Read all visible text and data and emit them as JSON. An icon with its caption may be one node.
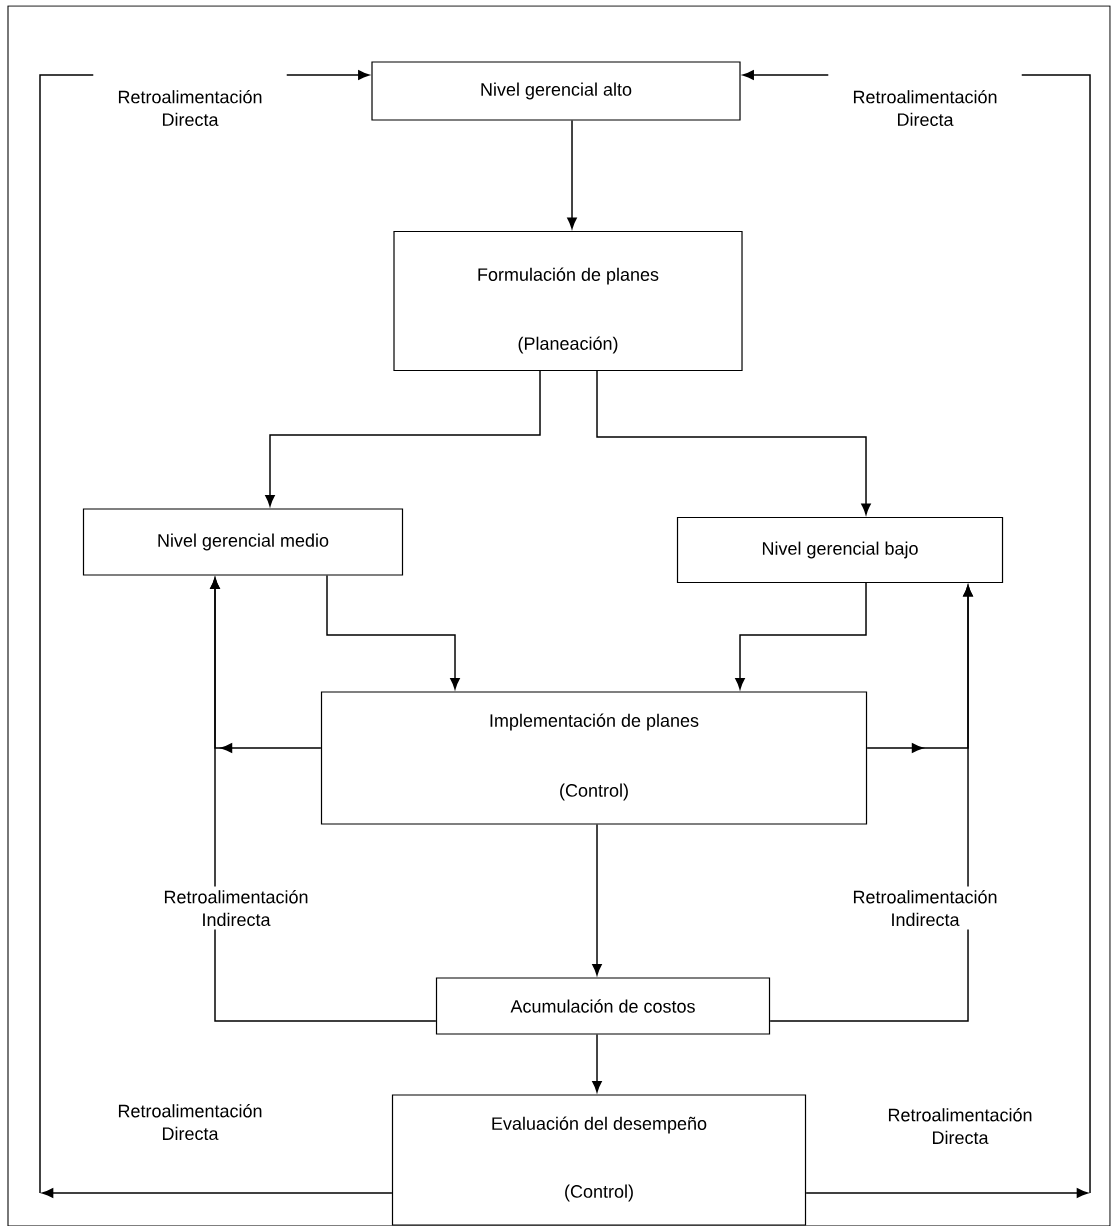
{
  "diagram": {
    "nodes": [
      {
        "text": [
          "Nivel gerencial alto"
        ]
      },
      {
        "text": [
          "Formulación de planes",
          "(Planeación)"
        ]
      },
      {
        "text": [
          "Nivel gerencial medio"
        ]
      },
      {
        "text": [
          "Nivel gerencial bajo"
        ]
      },
      {
        "text": [
          "Implementación de planes",
          "(Control)"
        ]
      },
      {
        "text": [
          "Acumulación de costos"
        ]
      },
      {
        "text": [
          "Evaluación del desempeño",
          "(Control)"
        ]
      },
      {
        "text": [
          "Retroalimentación Directa"
        ]
      },
      {
        "text": [
          "Retroalimentación Directa"
        ]
      },
      {
        "text": [
          "Retroalimentación Indirecta"
        ]
      },
      {
        "text": [
          "Retroalimentación Indirecta"
        ]
      }
    ],
    "edges": [
      {
        "from": 0,
        "to": 1,
        "arrow": "to"
      },
      {
        "from": 1,
        "to": 2,
        "arrow": "to"
      },
      {
        "from": 1,
        "to": 3,
        "arrow": "to"
      },
      {
        "from": 2,
        "to": 4,
        "arrow": "to"
      },
      {
        "from": 3,
        "to": 4,
        "arrow": "to"
      },
      {
        "from": 4,
        "to": 5,
        "arrow": "to"
      },
      {
        "from": 5,
        "to": 6,
        "arrow": "to"
      },
      {
        "from": 5,
        "to": 9,
        "arrow": "none"
      },
      {
        "from": 9,
        "to": 2,
        "arrow": "to"
      },
      {
        "from": 4,
        "to": 2,
        "arrow": "to"
      },
      {
        "from": 5,
        "to": 10,
        "arrow": "none"
      },
      {
        "from": 10,
        "to": 3,
        "arrow": "to"
      },
      {
        "from": 4,
        "to": 3,
        "arrow": "to"
      },
      {
        "from": 6,
        "to": null,
        "arrow": "to"
      },
      {
        "from": null,
        "to": 7,
        "arrow": "none"
      },
      {
        "from": 7,
        "to": 0,
        "arrow": "to"
      },
      {
        "from": 6,
        "to": null,
        "arrow": "to"
      },
      {
        "from": null,
        "to": 8,
        "arrow": "none"
      },
      {
        "from": 8,
        "to": 0,
        "arrow": "to"
      }
    ],
    "labels": [
      "Retroalimentación Directa",
      "Retroalimentación Directa"
    ]
  }
}
